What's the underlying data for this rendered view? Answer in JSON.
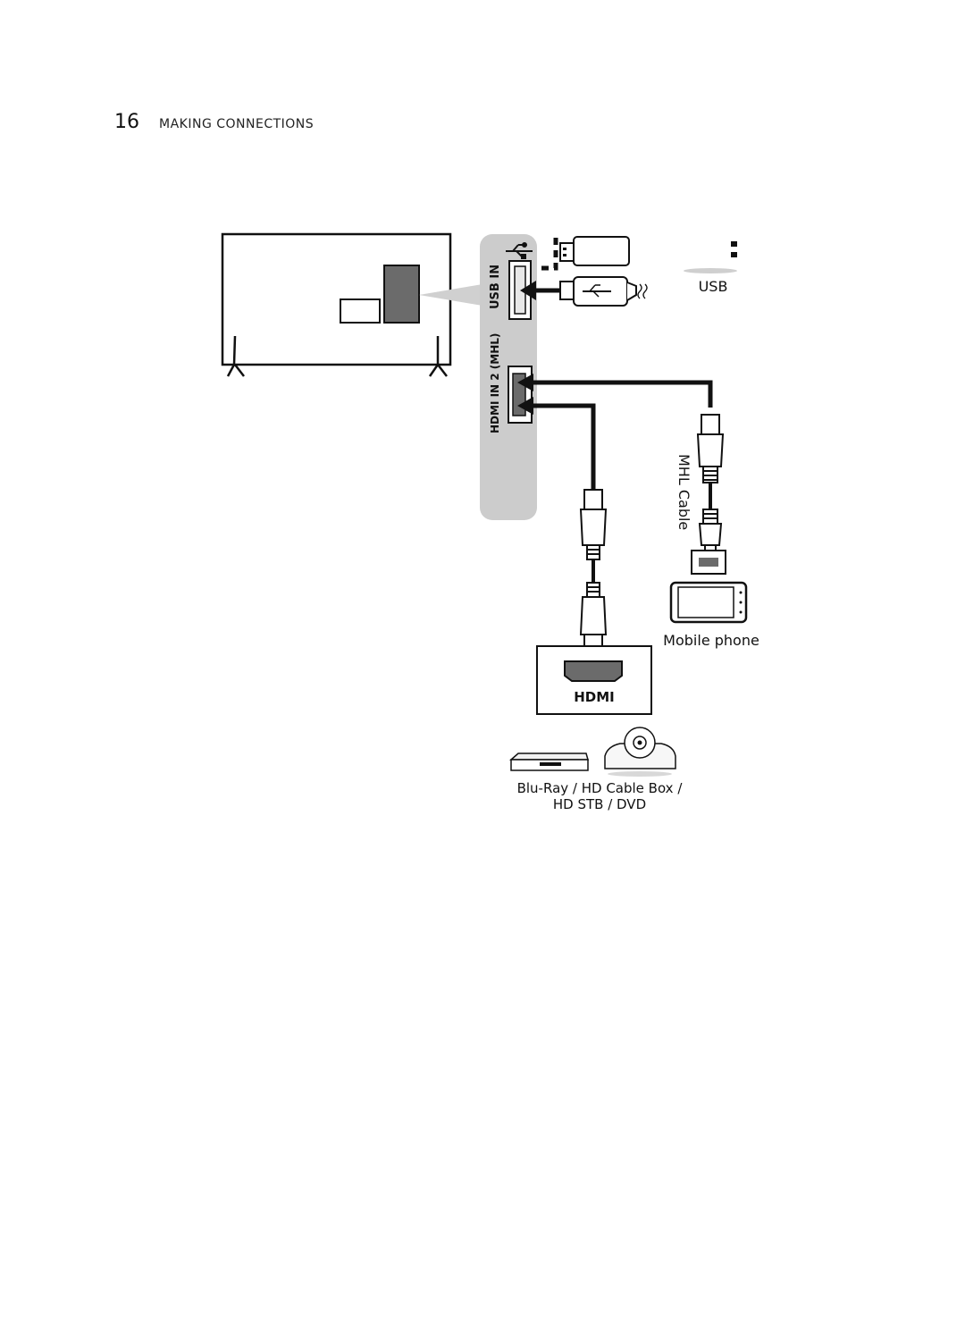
{
  "header": {
    "page_number": "16",
    "section_title": "MAKING CONNECTIONS"
  },
  "diagram": {
    "panel": {
      "usb_port_label": "USB IN",
      "hdmi_port_label": "HDMI IN 2 (MHL)"
    },
    "labels": {
      "usb": "USB",
      "mhl_cable": "MHL Cable",
      "mobile_phone": "Mobile phone",
      "hdmi_box": "HDMI",
      "devices_line1": "Blu-Ray / HD Cable Box /",
      "devices_line2": "HD STB / DVD"
    },
    "colors": {
      "panel": "#cccccc",
      "port_block": "#6b6b6b",
      "line": "#111111"
    }
  }
}
